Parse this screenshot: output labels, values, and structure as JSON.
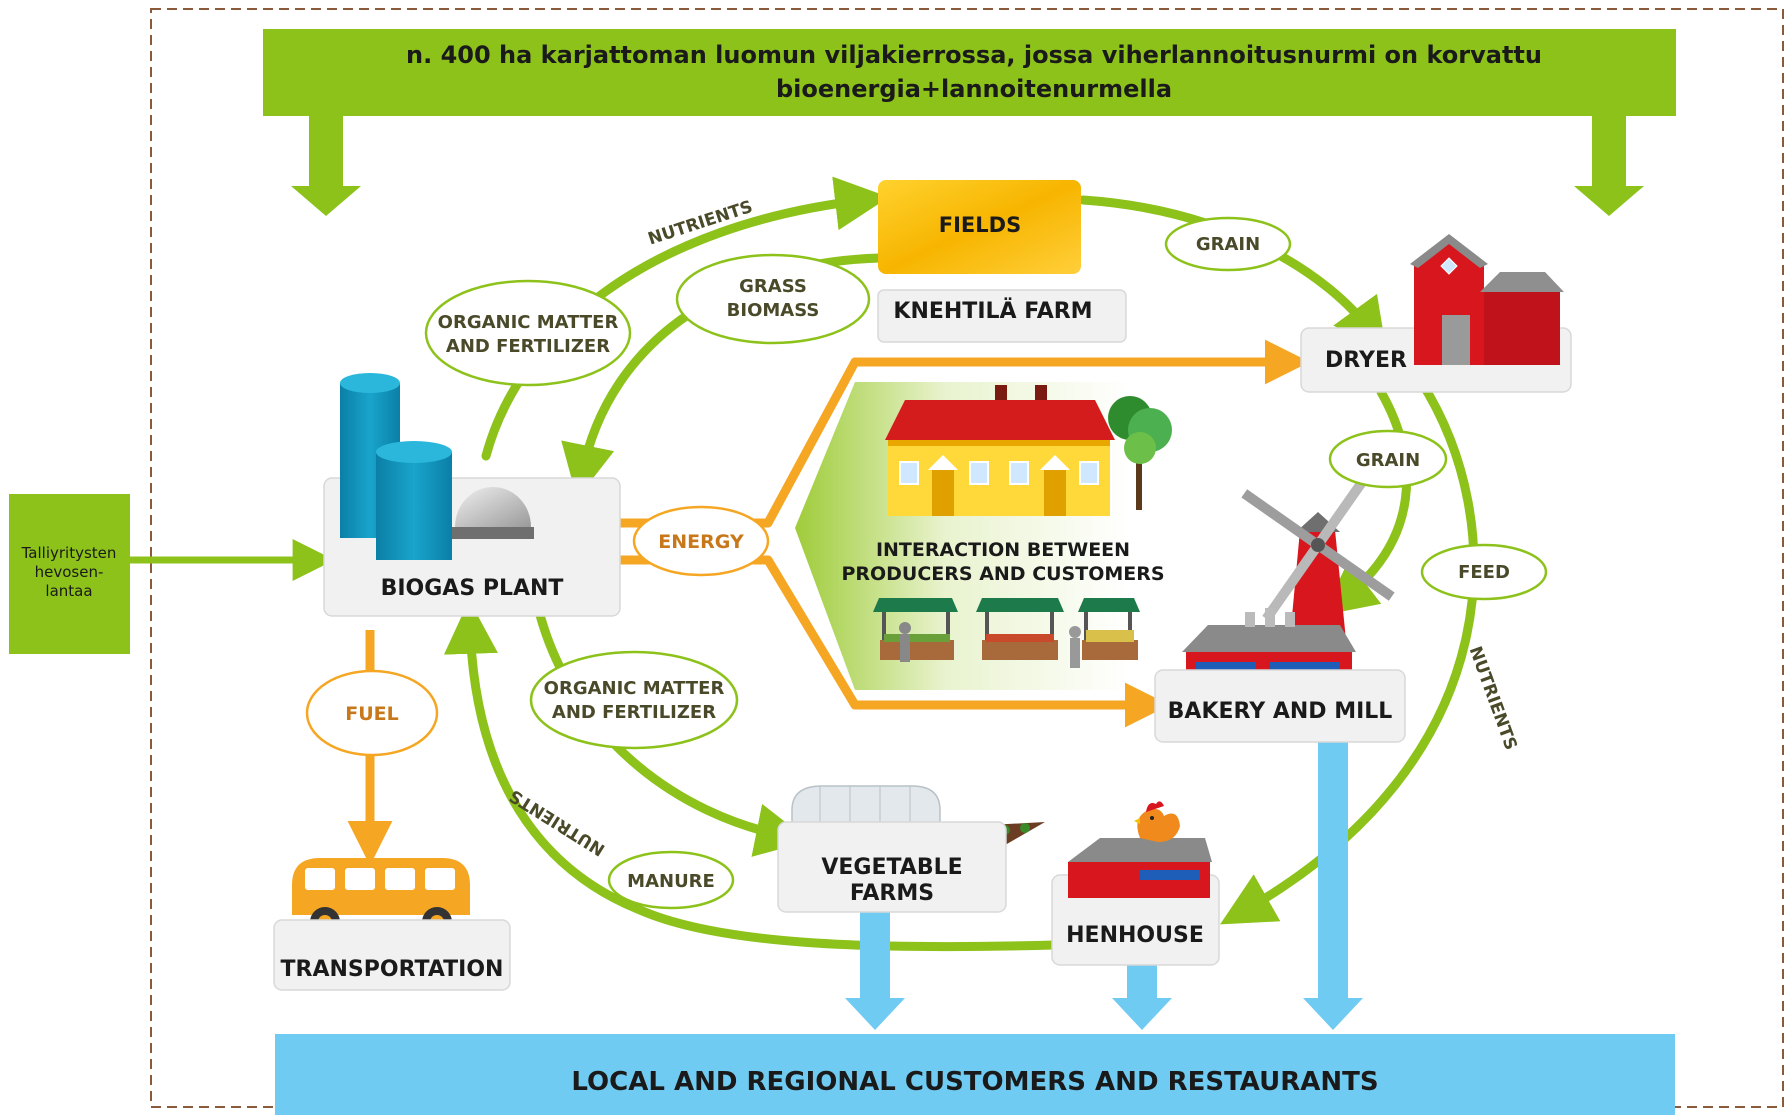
{
  "colors": {
    "green": "#8cc219",
    "dark_green": "#6ea812",
    "orange": "#f5a623",
    "light_blue": "#6fcbf2",
    "barn_red": "#d7161d",
    "frame_brown": "#8a5a3b"
  },
  "banner": {
    "line1": "n. 400 ha karjattoman luomun viljakierrossa, jossa viherlannoitusnurmi on korvattu",
    "line2": "bioenergia+lannoitenurmella"
  },
  "side_input": {
    "line1": "Talliyritysten",
    "line2": "hevosen-",
    "line3": "lantaa"
  },
  "nodes": {
    "fields": "FIELDS",
    "farm": "KNEHTILÄ FARM",
    "dryer": "DRYER",
    "biogas": "BIOGAS PLANT",
    "interaction_line1": "INTERACTION BETWEEN",
    "interaction_line2": "PRODUCERS AND CUSTOMERS",
    "bakery": "BAKERY AND MILL",
    "vegetable_line1": "VEGETABLE",
    "vegetable_line2": "FARMS",
    "henhouse": "HENHOUSE",
    "transportation": "TRANSPORTATION",
    "customers": "LOCAL AND REGIONAL CUSTOMERS AND RESTAURANTS"
  },
  "flow_labels": {
    "nutrients_top": "NUTRIENTS",
    "grain_top": "GRAIN",
    "organic_top_line1": "ORGANIC MATTER",
    "organic_top_line2": "AND FERTILIZER",
    "grass_line1": "GRASS",
    "grass_line2": "BIOMASS",
    "energy": "ENERGY",
    "grain_mid": "GRAIN",
    "feed": "FEED",
    "nutrients_right": "NUTRIENTS",
    "organic_bottom_line1": "ORGANIC MATTER",
    "organic_bottom_line2": "AND FERTILIZER",
    "fuel": "FUEL",
    "manure": "MANURE",
    "nutrients_left": "NUTRIENTS"
  },
  "icons": [
    "biogas-tanks-icon",
    "barn-icon",
    "farmhouse-icon",
    "tree-icon",
    "market-stalls-icon",
    "windmill-icon",
    "mill-building-icon",
    "greenhouse-icon",
    "rooster-icon",
    "bus-icon"
  ]
}
